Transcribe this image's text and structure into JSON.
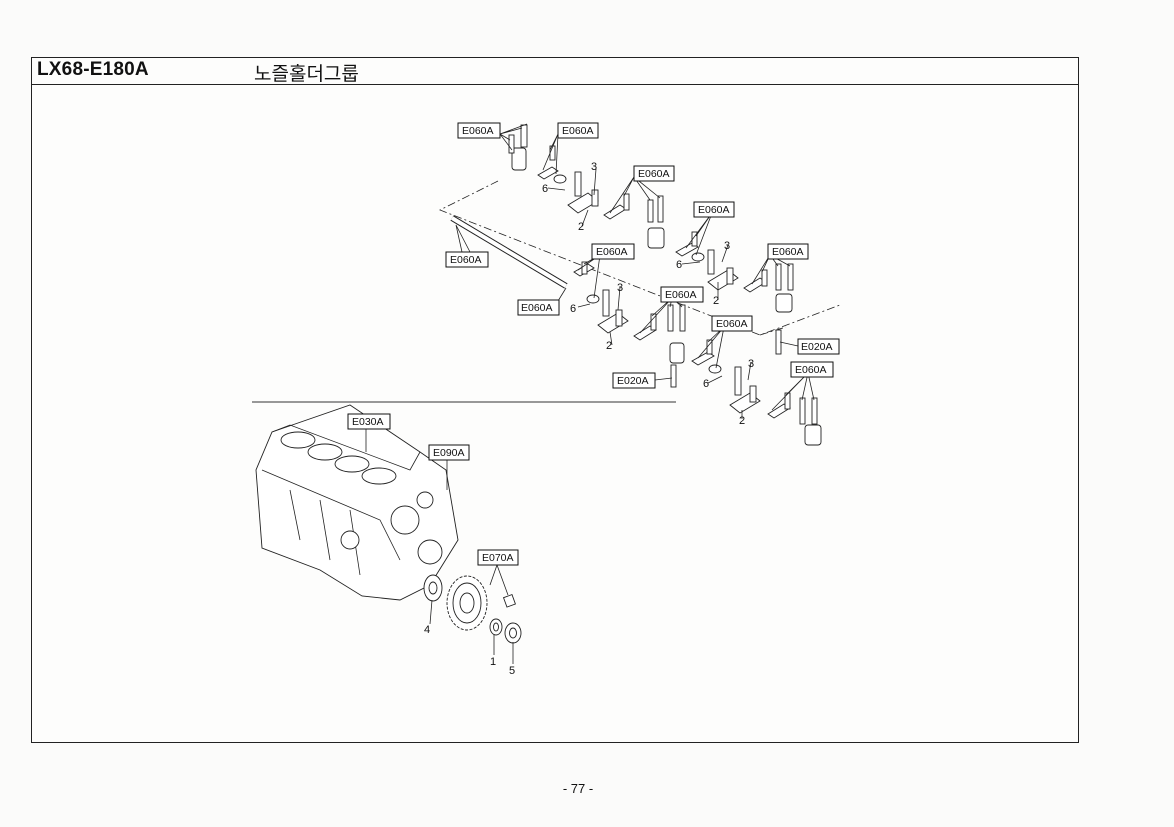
{
  "header": {
    "code": "LX68-E180A",
    "title": "노즐홀더그룹"
  },
  "footer": {
    "page": "- 77 -"
  },
  "callouts": [
    {
      "text": "E060A"
    },
    {
      "text": "E060A"
    },
    {
      "text": "E060A"
    },
    {
      "text": "E060A"
    },
    {
      "text": "E060A"
    },
    {
      "text": "E060A"
    },
    {
      "text": "E060A"
    },
    {
      "text": "E060A"
    },
    {
      "text": "E060A"
    },
    {
      "text": "E060A"
    },
    {
      "text": "E060A"
    },
    {
      "text": "E020A"
    },
    {
      "text": "E020A"
    },
    {
      "text": "E030A"
    },
    {
      "text": "E090A"
    },
    {
      "text": "E070A"
    }
  ],
  "numbers": [
    "3",
    "6",
    "2",
    "3",
    "6",
    "2",
    "3",
    "6",
    "2",
    "3",
    "6",
    "2",
    "4",
    "1",
    "5"
  ]
}
